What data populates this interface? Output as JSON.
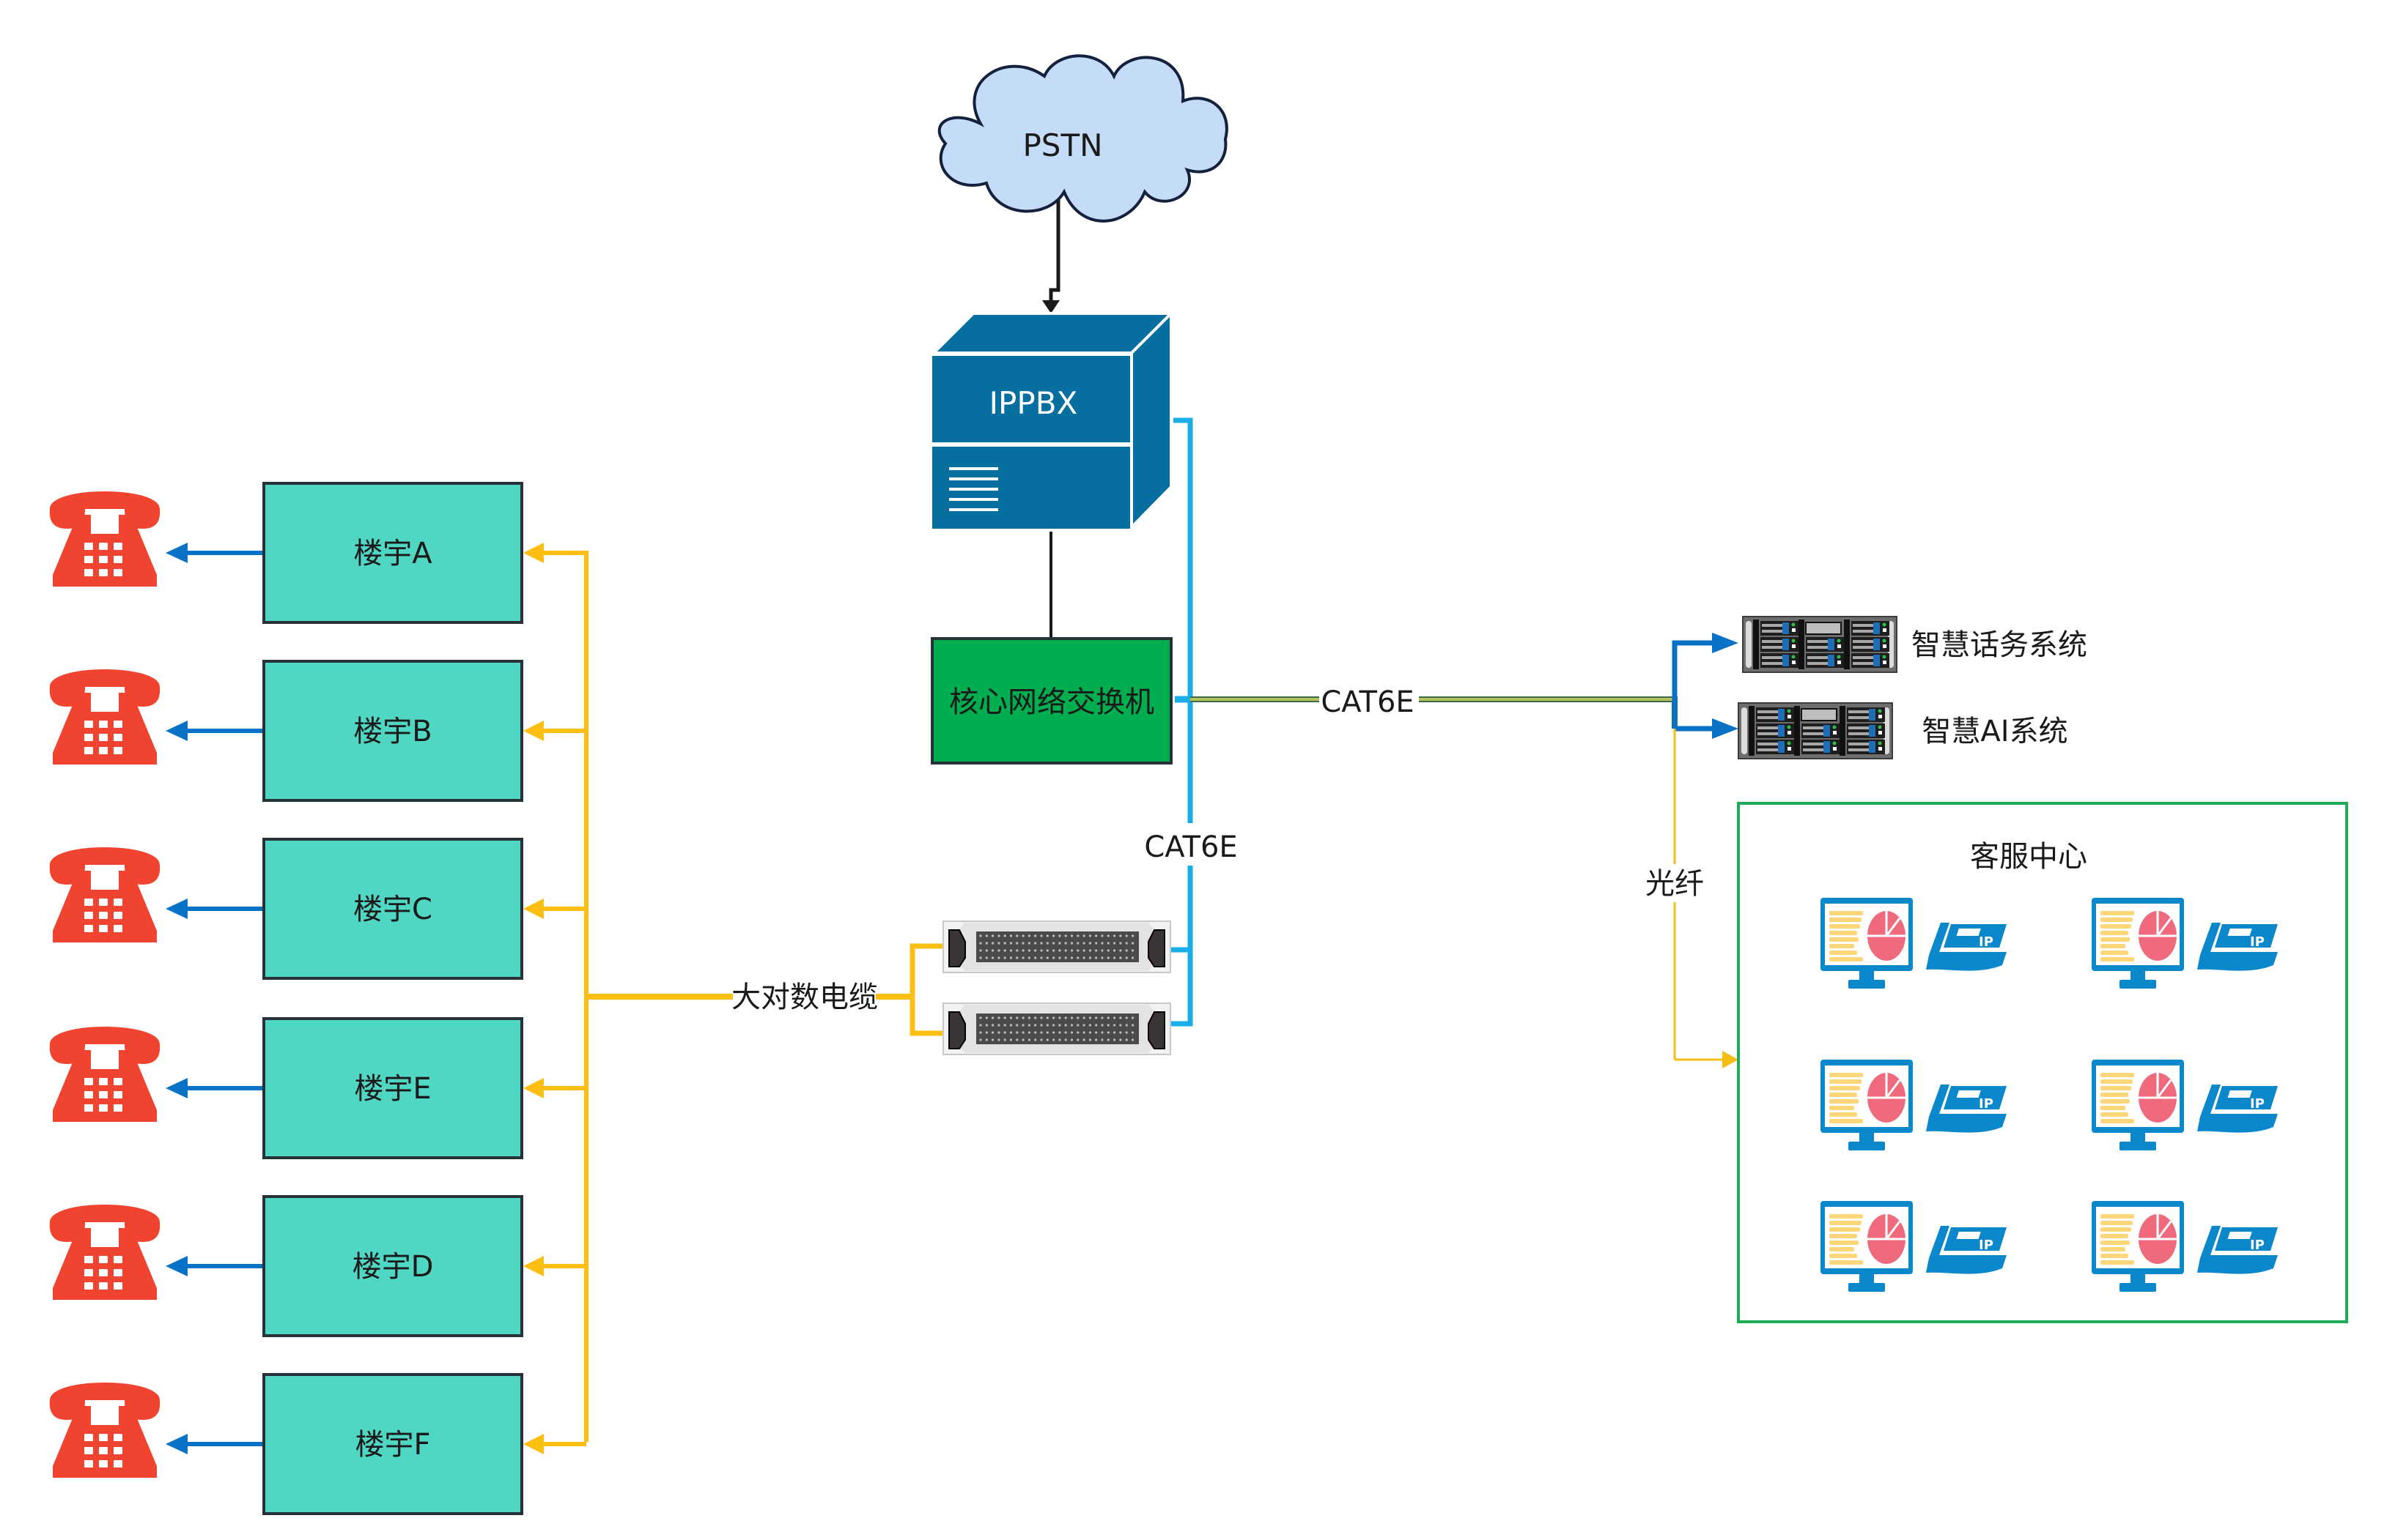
{
  "diagram": {
    "pstn": {
      "label": "PSTN"
    },
    "ippbx": {
      "label": "IPPBX"
    },
    "core_switch": {
      "label": "核心网络交换机"
    },
    "links": {
      "cat6e_horizontal": "CAT6E",
      "cat6e_vertical": "CAT6E",
      "trunk_cable": "大对数电缆",
      "fiber": "光纤"
    },
    "servers": [
      {
        "label": "智慧话务系统"
      },
      {
        "label": "智慧AI系统"
      }
    ],
    "customer_service_center": {
      "title": "客服中心",
      "workstations": [
        {
          "id": 1,
          "phone_badge": "IP"
        },
        {
          "id": 2,
          "phone_badge": "IP"
        },
        {
          "id": 3,
          "phone_badge": "IP"
        },
        {
          "id": 4,
          "phone_badge": "IP"
        },
        {
          "id": 5,
          "phone_badge": "IP"
        },
        {
          "id": 6,
          "phone_badge": "IP"
        }
      ]
    },
    "buildings": [
      {
        "label": "楼宇A"
      },
      {
        "label": "楼宇B"
      },
      {
        "label": "楼宇C"
      },
      {
        "label": "楼宇E"
      },
      {
        "label": "楼宇D"
      },
      {
        "label": "楼宇F"
      }
    ],
    "colors": {
      "cloud_fill": "#c5dcf8",
      "cloud_stroke": "#14213d",
      "ippbx": "#066fa0",
      "switch": "#00ad4f",
      "building": "#50d7c3",
      "phone": "#f04430",
      "cat6e": "#19aee8",
      "trunk": "#fcbe10",
      "server_arrow": "#0872c6",
      "center_border": "#1dac55",
      "monitor": "#0b88cc",
      "monitor_bars": "#fdd67a",
      "monitor_pie": "#ee6a7c"
    }
  }
}
